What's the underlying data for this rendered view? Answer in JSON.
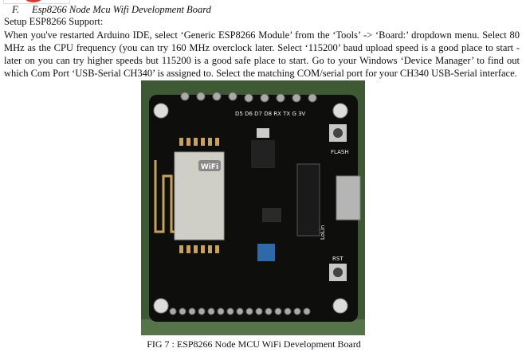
{
  "section": {
    "number": "F.",
    "title": "Esp8266 Node Mcu Wifi Development Board"
  },
  "subheading": "Setup ESP8266 Support:",
  "paragraph": "When you've restarted Arduino IDE, select ‘Generic ESP8266 Module’ from the ‘Tools’ -> ‘Board:’ dropdown menu. Select 80 MHz as the CPU frequency (you can try 160 MHz overclock later. Select ‘115200’ baud upload speed is a good place to start - later on you can try higher speeds but 115200 is a good safe place to start. Go to your Windows ‘Device Manager’ to find out which Com Port ‘USB-Serial CH340’ is assigned to. Select the matching COM/serial port for your CH340 USB-Serial interface.",
  "figure": {
    "caption": "FIG 7 : ESP8266 Node MCU WiFi Development Board",
    "board_lettering": [
      "WiFi",
      "FLASH",
      "RST",
      "LoLin",
      "D5",
      "D6",
      "D7",
      "D8",
      "RX",
      "TX",
      "G",
      "3V"
    ]
  },
  "colors": {
    "pcb": "#0e0f0c",
    "background_board": "#3d5a34",
    "gold": "#c9a15a",
    "accent_red": "#e0362c"
  }
}
